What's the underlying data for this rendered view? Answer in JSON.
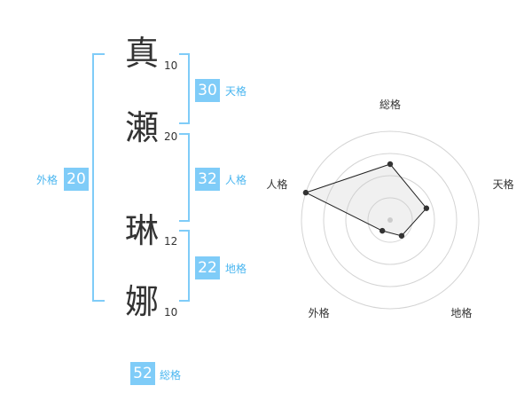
{
  "name": {
    "chars": [
      {
        "char": "真",
        "strokes": "10"
      },
      {
        "char": "瀬",
        "strokes": "20"
      },
      {
        "char": "琳",
        "strokes": "12"
      },
      {
        "char": "娜",
        "strokes": "10"
      }
    ]
  },
  "fortunes": {
    "tenkaku": {
      "value": "30",
      "label": "天格"
    },
    "jinkaku": {
      "value": "32",
      "label": "人格"
    },
    "chikaku": {
      "value": "22",
      "label": "地格"
    },
    "gaikaku": {
      "value": "20",
      "label": "外格"
    },
    "soukaku": {
      "value": "52",
      "label": "総格"
    }
  },
  "colors": {
    "accent": "#7fccf8",
    "accent_text": "#4ab6f0",
    "text": "#333333"
  },
  "chart_data": {
    "type": "radar",
    "axes": [
      "総格",
      "天格",
      "地格",
      "外格",
      "人格"
    ],
    "values": [
      0.63,
      0.43,
      0.22,
      0.15,
      1.0
    ],
    "range": [
      0,
      1
    ],
    "rings": 4
  }
}
